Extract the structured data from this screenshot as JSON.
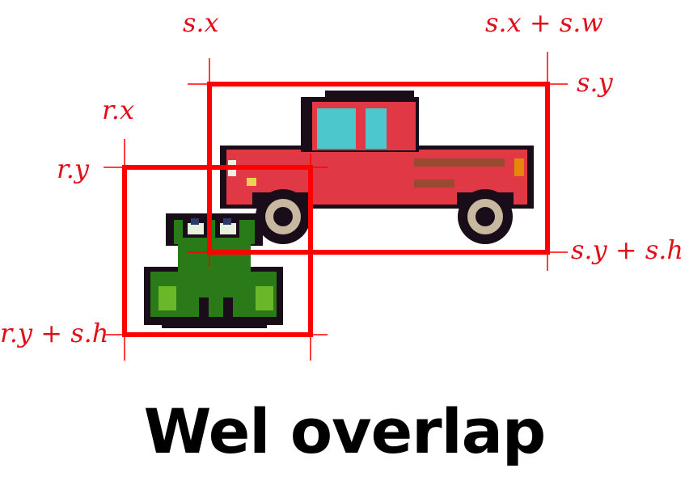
{
  "labels": {
    "s_x": "s.x",
    "s_x_plus_w": "s.x + s.w",
    "s_y": "s.y",
    "s_y_plus_h": "s.y + s.h",
    "r_x": "r.x",
    "r_y": "r.y",
    "r_y_plus_h": "r.y + s.h"
  },
  "caption": "Wel overlap",
  "colors": {
    "annotation": "#ff0000",
    "label": "#e0101a",
    "truck_body": "#e03845",
    "truck_window": "#4cc8cc",
    "frog": "#2a7a1a",
    "outline": "#1a0d1a"
  },
  "sprites": [
    "truck-sprite",
    "frog-sprite"
  ]
}
